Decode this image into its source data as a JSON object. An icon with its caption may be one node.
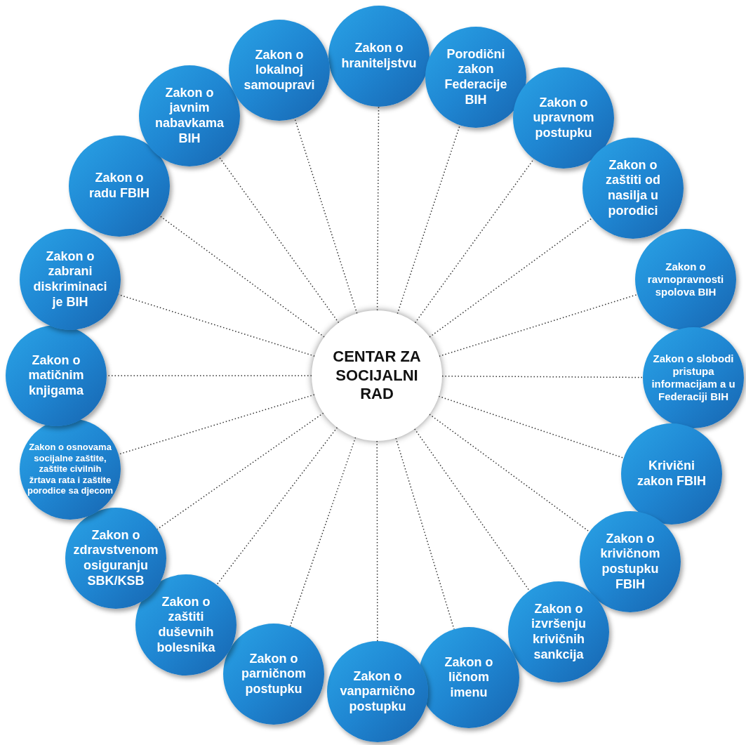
{
  "diagram": {
    "nodes": [
      {
        "text": [
          "CENTAR ZA SOCIJALNI RAD"
        ]
      },
      {
        "text": [
          "Zakon o hraniteljstvu"
        ]
      },
      {
        "text": [
          "Porodični zakon Federacije BIH"
        ]
      },
      {
        "text": [
          "Zakon o upravnom postupku"
        ]
      },
      {
        "text": [
          "Zakon o zaštiti od nasilja u porodici"
        ]
      },
      {
        "text": [
          "Zakon o ravnopravnosti spolova BIH"
        ]
      },
      {
        "text": [
          "Zakon o slobodi pristupa informacijam a u Federaciji BIH"
        ]
      },
      {
        "text": [
          "Krivični zakon FBIH"
        ]
      },
      {
        "text": [
          "Zakon o krivičnom postupku FBIH"
        ]
      },
      {
        "text": [
          "Zakon o izvršenju krivičnih sankcija"
        ]
      },
      {
        "text": [
          "Zakon o ličnom imenu"
        ]
      },
      {
        "text": [
          "Zakon o vanparnično postupku"
        ]
      },
      {
        "text": [
          "Zakon o parničnom postupku"
        ]
      },
      {
        "text": [
          "Zakon o zaštiti duševnih bolesnika"
        ]
      },
      {
        "text": [
          "Zakon o zdravstvenom osiguranju SBK/KSB"
        ]
      },
      {
        "text": [
          "Zakon o osnovama socijalne zaštite, zaštite civilnih žrtava rata i zaštite porodice sa djecom"
        ]
      },
      {
        "text": [
          "Zakon o matičnim knjigama"
        ]
      },
      {
        "text": [
          "Zakon o zabrani diskriminaci je BIH"
        ]
      },
      {
        "text": [
          "Zakon o radu FBIH"
        ]
      },
      {
        "text": [
          "Zakon o javnim nabavkama BIH"
        ]
      },
      {
        "text": [
          "Zakon o lokalnoj samoupravi"
        ]
      }
    ],
    "edges": [
      {
        "from": 0,
        "to": 1,
        "arrow": "none"
      },
      {
        "from": 0,
        "to": 2,
        "arrow": "none"
      },
      {
        "from": 0,
        "to": 3,
        "arrow": "none"
      },
      {
        "from": 0,
        "to": 4,
        "arrow": "none"
      },
      {
        "from": 0,
        "to": 5,
        "arrow": "none"
      },
      {
        "from": 0,
        "to": 6,
        "arrow": "none"
      },
      {
        "from": 0,
        "to": 7,
        "arrow": "none"
      },
      {
        "from": 0,
        "to": 8,
        "arrow": "none"
      },
      {
        "from": 0,
        "to": 9,
        "arrow": "none"
      },
      {
        "from": 0,
        "to": 10,
        "arrow": "none"
      },
      {
        "from": 0,
        "to": 11,
        "arrow": "none"
      },
      {
        "from": 0,
        "to": 12,
        "arrow": "none"
      },
      {
        "from": 0,
        "to": 13,
        "arrow": "none"
      },
      {
        "from": 0,
        "to": 14,
        "arrow": "none"
      },
      {
        "from": 0,
        "to": 15,
        "arrow": "none"
      },
      {
        "from": 0,
        "to": 16,
        "arrow": "none"
      },
      {
        "from": 0,
        "to": 17,
        "arrow": "none"
      },
      {
        "from": 0,
        "to": 18,
        "arrow": "none"
      },
      {
        "from": 0,
        "to": 19,
        "arrow": "none"
      },
      {
        "from": 0,
        "to": 20,
        "arrow": "none"
      }
    ]
  }
}
